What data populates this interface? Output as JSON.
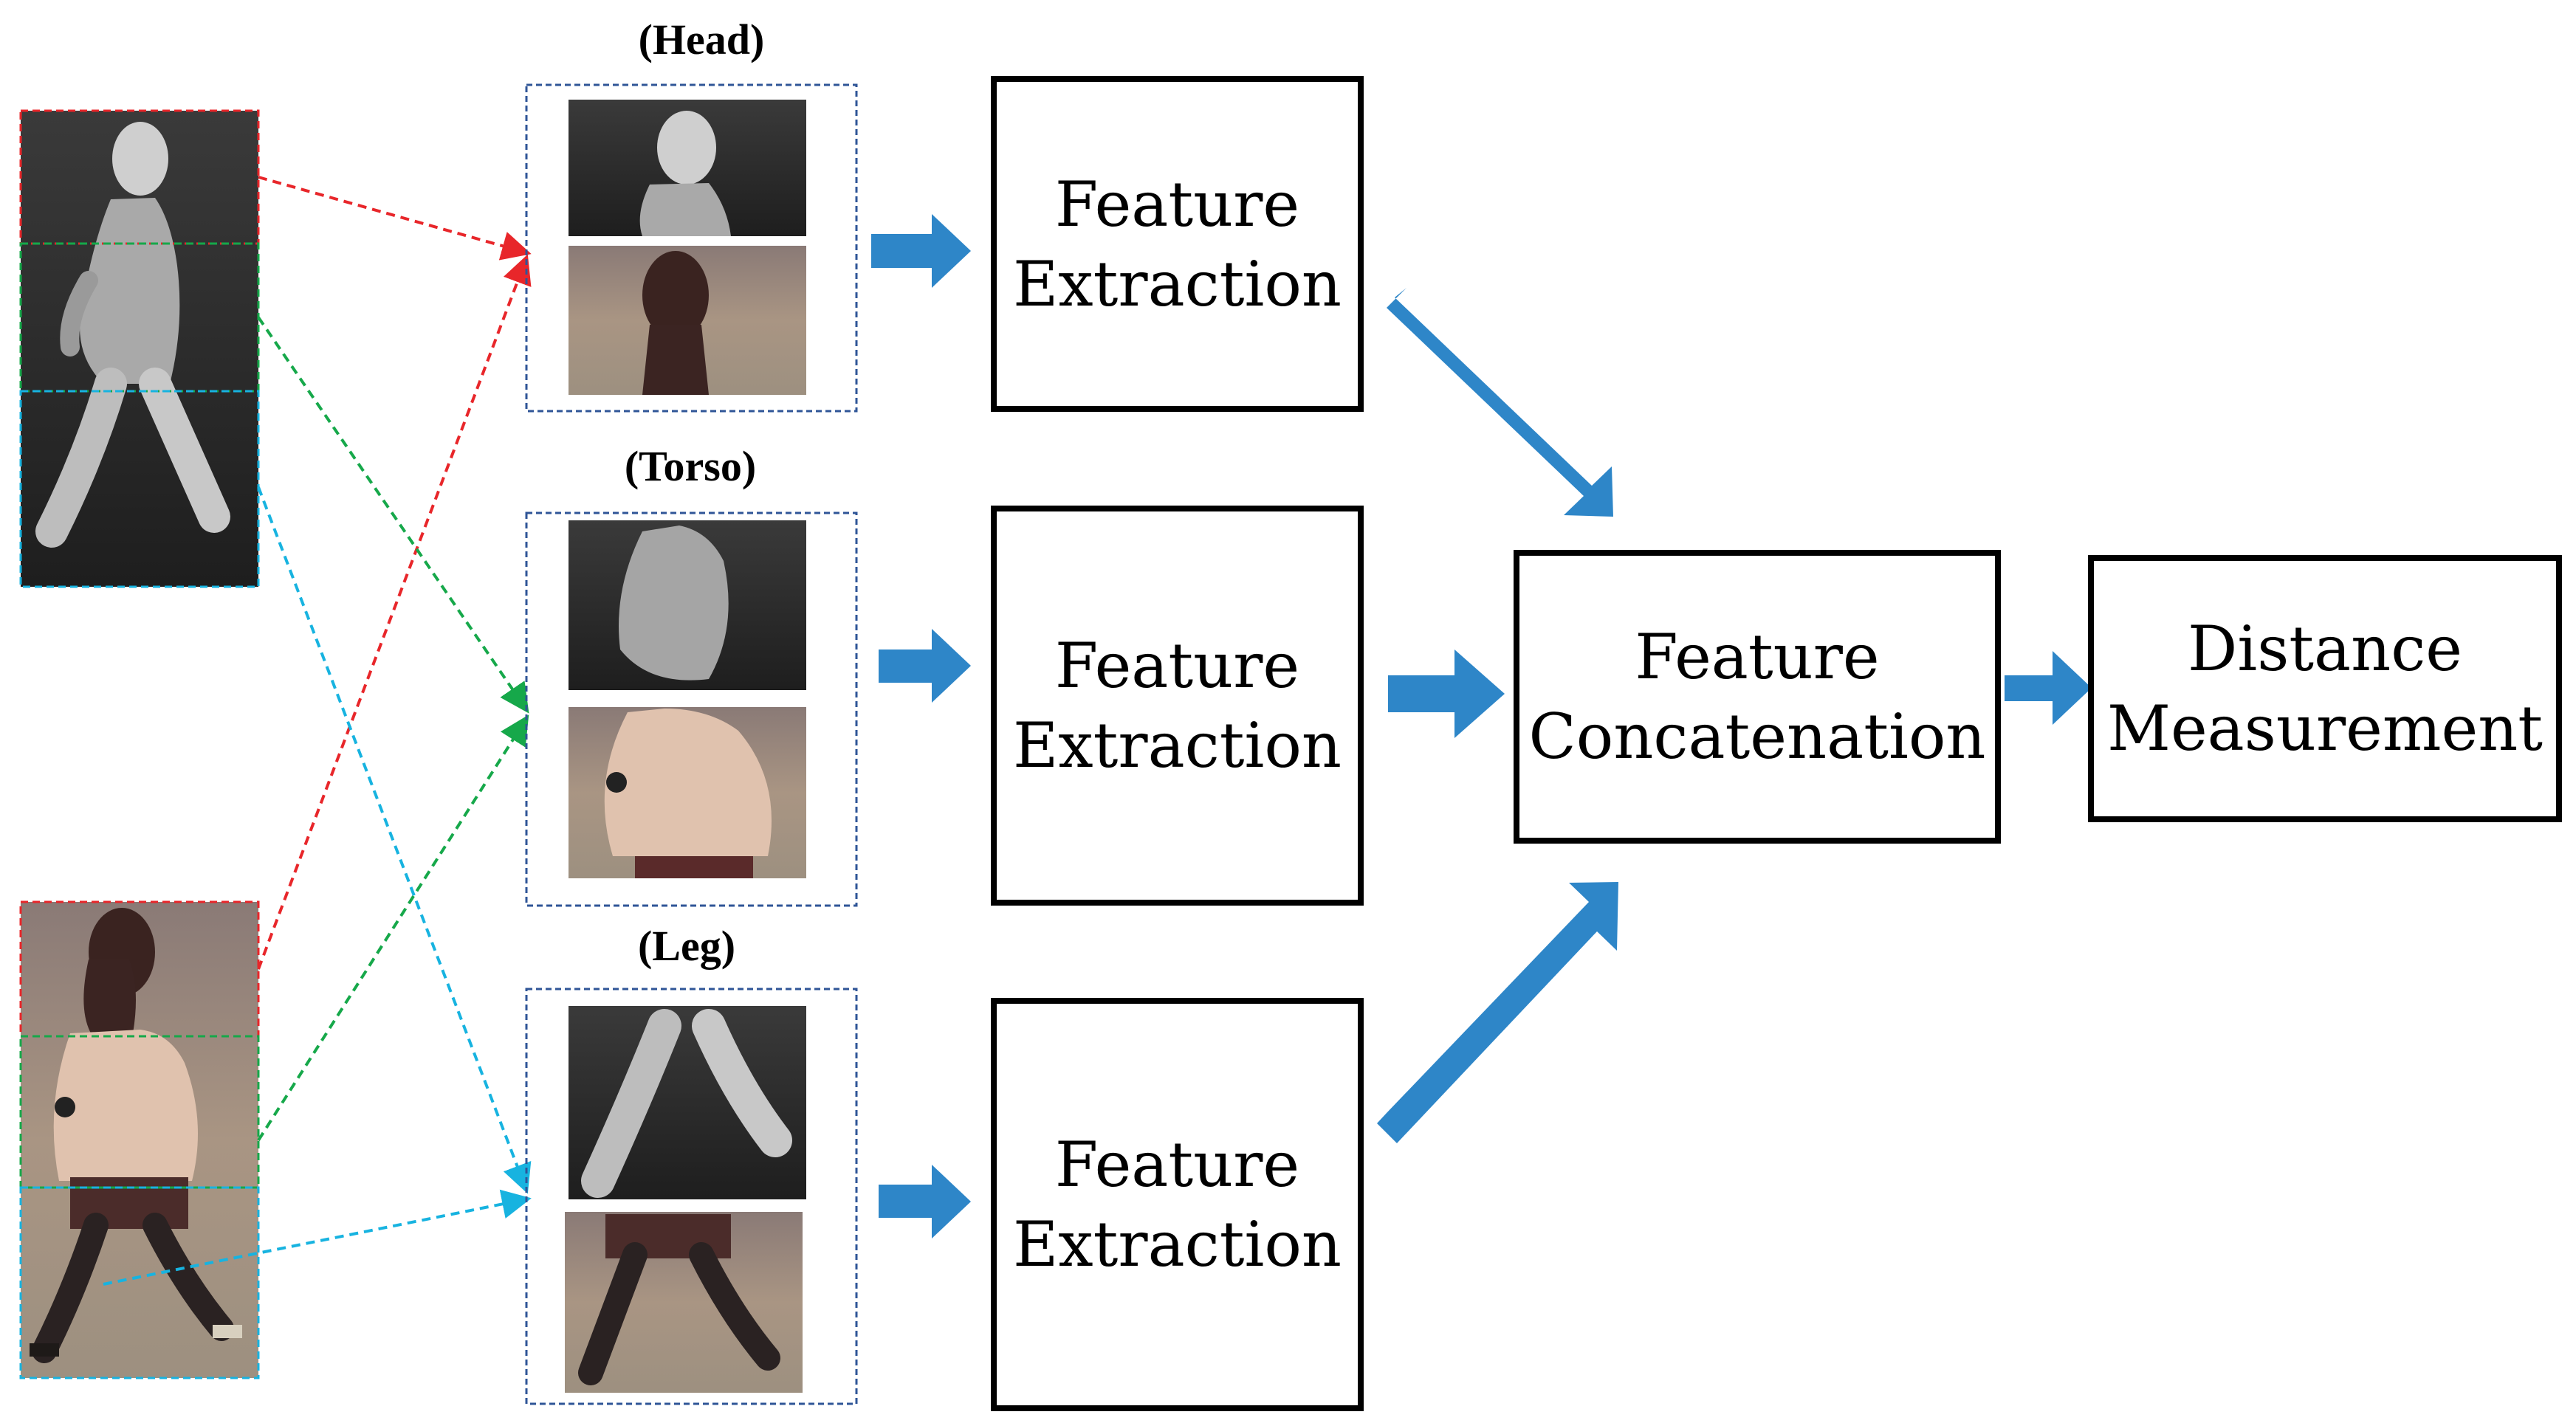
{
  "labels": {
    "head": "(Head)",
    "torso": "(Torso)",
    "leg": "(Leg)"
  },
  "boxes": {
    "feature_extraction": [
      "Feature",
      "Extraction"
    ],
    "feature_concatenation": [
      "Feature",
      "Concatenation"
    ],
    "distance_measurement": [
      "Distance",
      "Measurement"
    ]
  },
  "colors": {
    "arrow": "#2e86c8",
    "head_split": "#e8262a",
    "torso_split": "#16a84a",
    "leg_split": "#17b3e0",
    "crop_frame": "#2f5597",
    "thermal_bg": "#2a2a2a",
    "visible_bg": "#9b8a78"
  },
  "icons": {
    "flow_arrow": "block-arrow-icon",
    "thermal_person": "thermal-pedestrian-image",
    "visible_person": "visible-pedestrian-image"
  }
}
